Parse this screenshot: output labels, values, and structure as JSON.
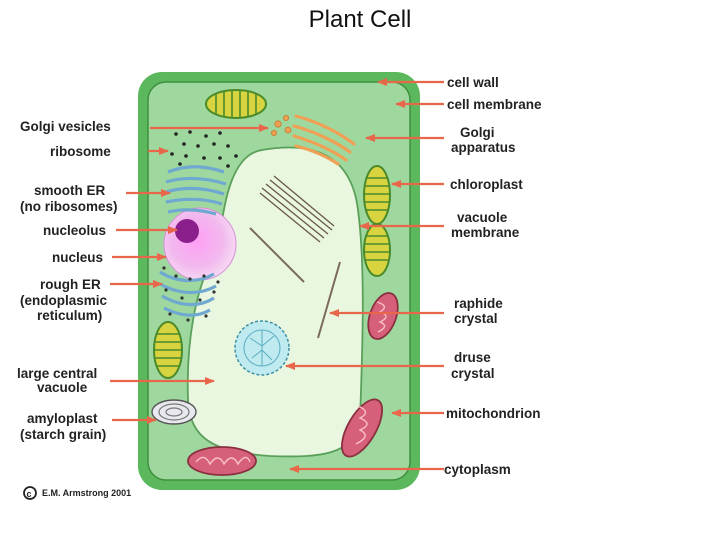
{
  "title": "Plant Cell",
  "labels": {
    "cell_wall": "cell wall",
    "cell_membrane": "cell membrane",
    "golgi_vesicles": "Golgi vesicles",
    "ribosome": "ribosome",
    "golgi_apparatus_1": "Golgi",
    "golgi_apparatus_2": "apparatus",
    "smooth_er_1": "smooth ER",
    "smooth_er_2": "(no ribosomes)",
    "chloroplast": "chloroplast",
    "nucleolus": "nucleolus",
    "vacuole_membrane_1": "vacuole",
    "vacuole_membrane_2": "membrane",
    "nucleus": "nucleus",
    "rough_er_1": "rough ER",
    "rough_er_2": "(endoplasmic",
    "rough_er_3": "reticulum)",
    "raphide_crystal_1": "raphide",
    "raphide_crystal_2": "crystal",
    "large_central_vacuole_1": "large central",
    "large_central_vacuole_2": "vacuole",
    "druse_crystal_1": "druse",
    "druse_crystal_2": "crystal",
    "mitochondrion": "mitochondrion",
    "amyloplast_1": "amyloplast",
    "amyloplast_2": "(starch grain)",
    "cytoplasm": "cytoplasm"
  },
  "credit": "E.M. Armstrong 2001",
  "colors": {
    "cell_wall": "#5cb85c",
    "cytoplasm": "#9ed89e",
    "vacuole": "#e9f7e0",
    "arrow": "#e8664a",
    "nucleus": "#ea8fe0",
    "nucleolus": "#8a1e8a",
    "golgi": "#f0a054",
    "er": "#7fb8d8",
    "chloroplast": "#d8d440",
    "mitochondrion": "#d6607a",
    "druse": "#bfeaf0"
  }
}
